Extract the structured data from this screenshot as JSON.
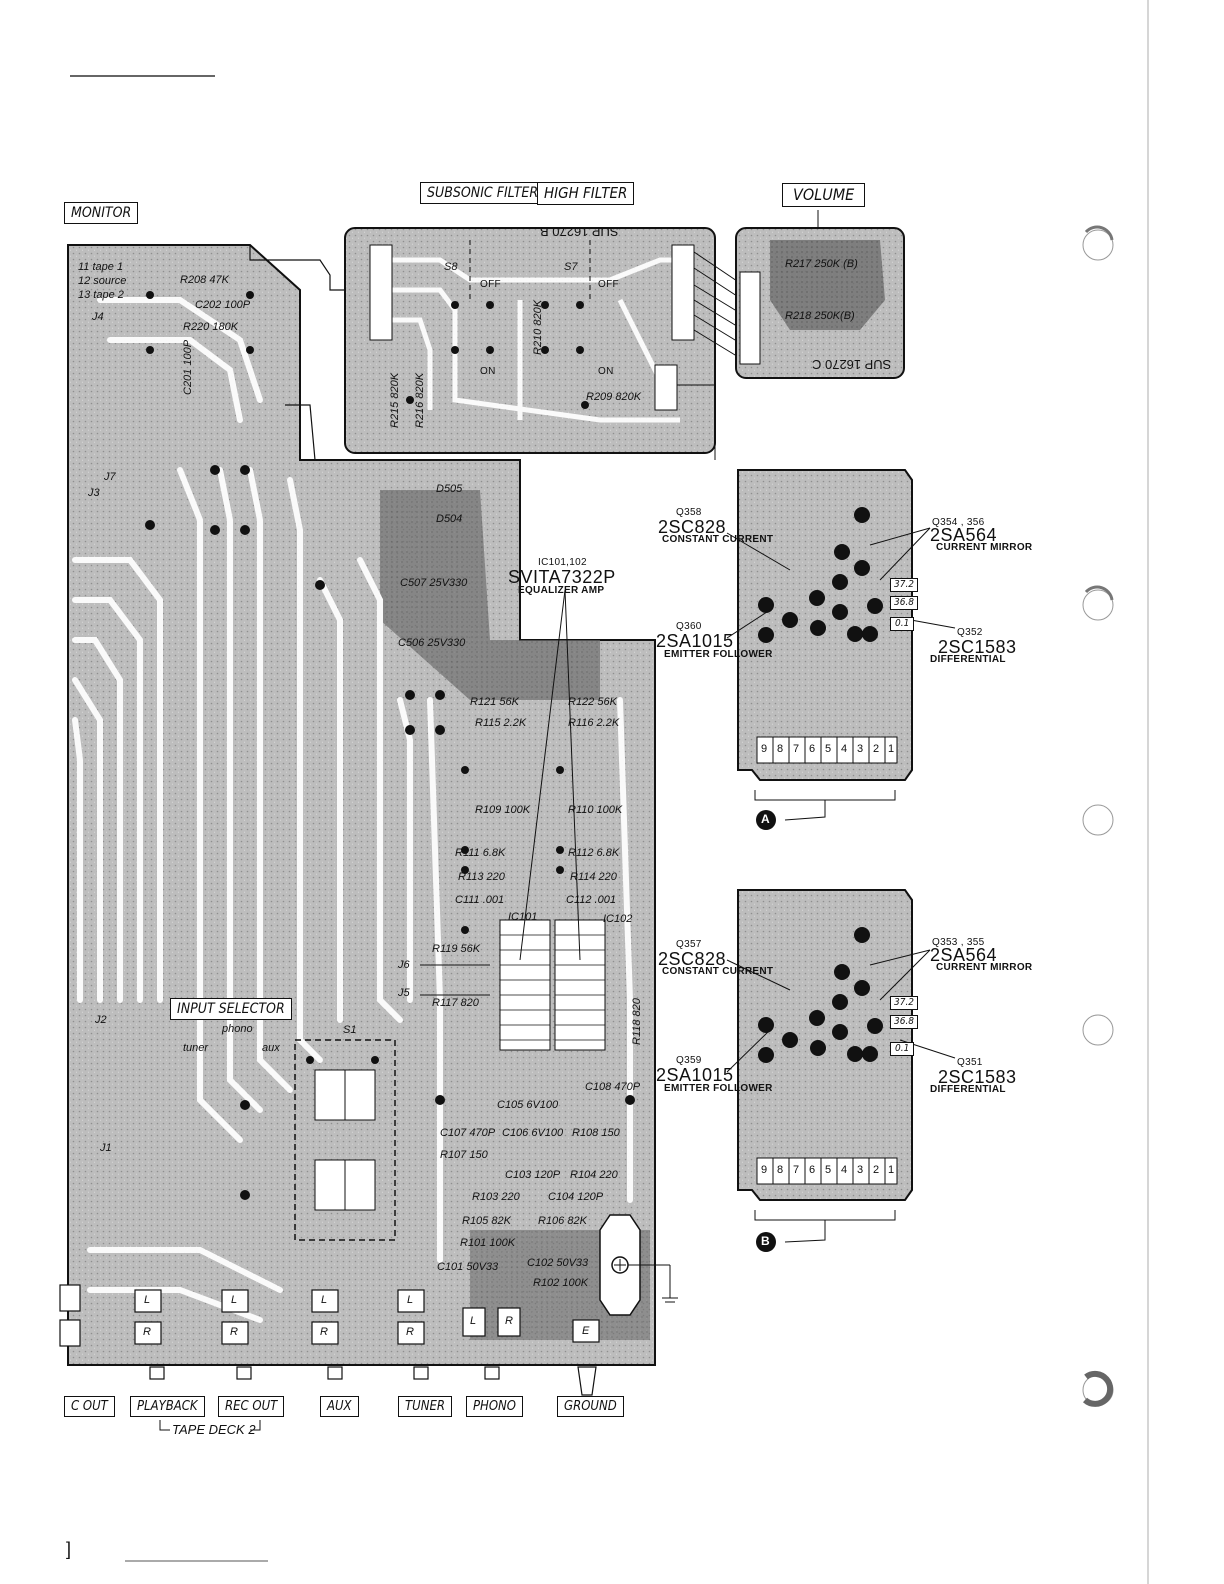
{
  "controls": {
    "monitor": "MONITOR",
    "subsonic_filter": "SUBSONIC FILTER",
    "high_filter": "HIGH FILTER",
    "volume": "VOLUME",
    "input_selector": "INPUT SELECTOR"
  },
  "boards": {
    "filter_board": "SUP 16270 B",
    "volume_board": "SUP 16270 C"
  },
  "monitor_positions": [
    "11 tape 1",
    "12 source",
    "13 tape 2"
  ],
  "input_selector_positions": [
    "tuner",
    "phono",
    "aux"
  ],
  "ic": {
    "ref": "IC101,102",
    "part": "SVITA7322P",
    "role": "EQUALIZER AMP"
  },
  "amp_a": {
    "q_constant": {
      "ref": "Q358",
      "part": "2SC828",
      "role": "CONSTANT CURRENT"
    },
    "q_mirror": {
      "ref": "Q354 , 356",
      "part": "2SA564",
      "role": "CURRENT MIRROR"
    },
    "q_emitter": {
      "ref": "Q360",
      "part": "2SA1015",
      "role": "EMITTER FOLLOWER"
    },
    "q_diff": {
      "ref": "Q352",
      "part": "2SC1583",
      "role": "DIFFERENTIAL"
    },
    "connector": "A"
  },
  "amp_b": {
    "q_constant": {
      "ref": "Q357",
      "part": "2SC828",
      "role": "CONSTANT CURRENT"
    },
    "q_mirror": {
      "ref": "Q353 , 355",
      "part": "2SA564",
      "role": "CURRENT MIRROR"
    },
    "q_emitter": {
      "ref": "Q359",
      "part": "2SA1015",
      "role": "EMITTER FOLLOWER"
    },
    "q_diff": {
      "ref": "Q351",
      "part": "2SC1583",
      "role": "DIFFERENTIAL"
    },
    "connector": "B"
  },
  "voltages": [
    "37.2",
    "36.8",
    "0.1"
  ],
  "pin_numbers": [
    "9",
    "8",
    "7",
    "6",
    "5",
    "4",
    "3",
    "2",
    "1"
  ],
  "jack_channels": [
    "L",
    "R"
  ],
  "ground_terminal": "E",
  "rear_panel": {
    "rec_out_1": "C OUT",
    "playback": "PLAYBACK",
    "rec_out_2": "REC OUT",
    "aux": "AUX",
    "tuner": "TUNER",
    "phono": "PHONO",
    "ground": "GROUND",
    "tape_deck_2": "TAPE DECK 2"
  },
  "component_labels": {
    "d505": "D505",
    "d504": "D504",
    "c507": "C507 25V330",
    "c506": "C506 25V330",
    "c201": "C201 100P",
    "c202": "C202 100P",
    "r208": "R208 47K",
    "r220": "R220 180K",
    "r215": "R215 820K",
    "r216": "R216 820K",
    "r210": "R210 820K",
    "r209": "R209 820K",
    "r217": "R217 250K (B)",
    "r218": "R218 250K(B)",
    "s7": "S7",
    "s8": "S8",
    "off": "OFF",
    "on": "ON",
    "r121": "R121 56K",
    "r122": "R122 56K",
    "r115": "R115 2.2K",
    "r116": "R116 2.2K",
    "r109": "R109 100K",
    "r110": "R110 100K",
    "r111": "R111 6.8K",
    "r112": "R112 6.8K",
    "r113": "R113 220",
    "r114": "R114 220",
    "r119": "R119 56K",
    "r117": "R117 820",
    "r118": "R118 820",
    "r108": "R108 150",
    "r107": "R107 150",
    "r104": "R104 220",
    "r103": "R103 220",
    "r105": "R105 82K",
    "r106": "R106 82K",
    "r101": "R101 100K",
    "r102": "R102 100K",
    "c101": "C101 50V33",
    "c102": "C102 50V33",
    "c103": "C103 120P",
    "c104": "C104 120P",
    "c107": "C107 470P",
    "c108": "C108 470P",
    "c105": "C105 6V100",
    "c106": "C106 6V100",
    "c111": "C111 .001",
    "c112": "C112 .001",
    "j1": "J1",
    "j2": "J2",
    "j3": "J3",
    "j4": "J4",
    "j7": "J7",
    "j5": "J5",
    "j6": "J6",
    "s1": "S1",
    "ic101": "IC101",
    "ic102": "IC102"
  },
  "page_mark": "]"
}
